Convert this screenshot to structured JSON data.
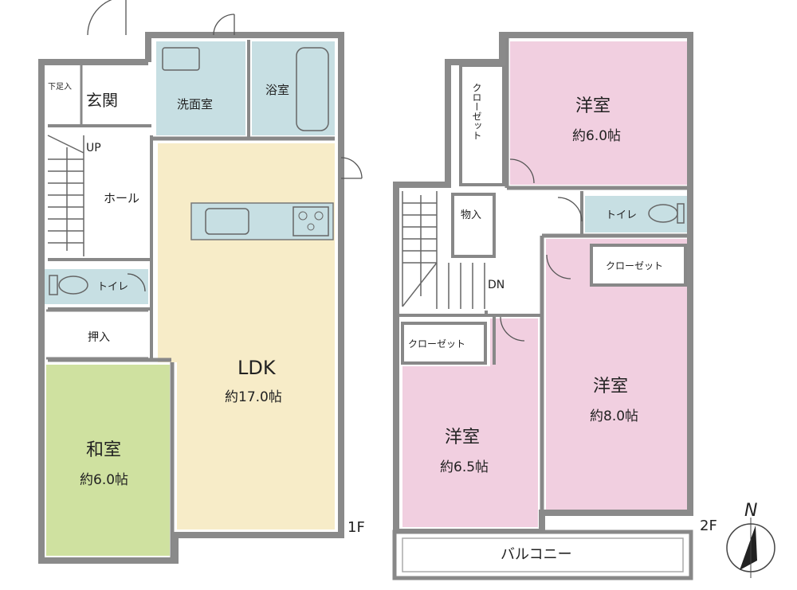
{
  "colors": {
    "wall": "#8a8a8a",
    "ldk": "#f7ecc8",
    "japanese_room": "#cfe1a0",
    "western_room": "#f1cfe0",
    "wet_area": "#c7dfe3",
    "floor_white": "#ffffff"
  },
  "floor1": {
    "floor_label": "1F",
    "genkan": "玄関",
    "getabako": "下足入",
    "senmenshitsu": "洗面室",
    "yokushitsu": "浴室",
    "up": "UP",
    "hall": "ホール",
    "toilet": "トイレ",
    "oshiire": "押入",
    "ldk": "LDK",
    "ldk_size": "約17.0帖",
    "washitsu": "和室",
    "washitsu_size": "約6.0帖"
  },
  "floor2": {
    "floor_label": "2F",
    "closet_vertical": "クローゼット",
    "youshitsu_ne": "洋室",
    "youshitsu_ne_size": "約6.0帖",
    "monoire": "物入",
    "toilet": "トイレ",
    "closet_right": "クローゼット",
    "dn": "DN",
    "closet_left": "クローゼット",
    "youshitsu_se": "洋室",
    "youshitsu_se_size": "約8.0帖",
    "youshitsu_sw": "洋室",
    "youshitsu_sw_size": "約6.5帖",
    "balcony": "バルコニー"
  },
  "compass": {
    "label": "N"
  }
}
